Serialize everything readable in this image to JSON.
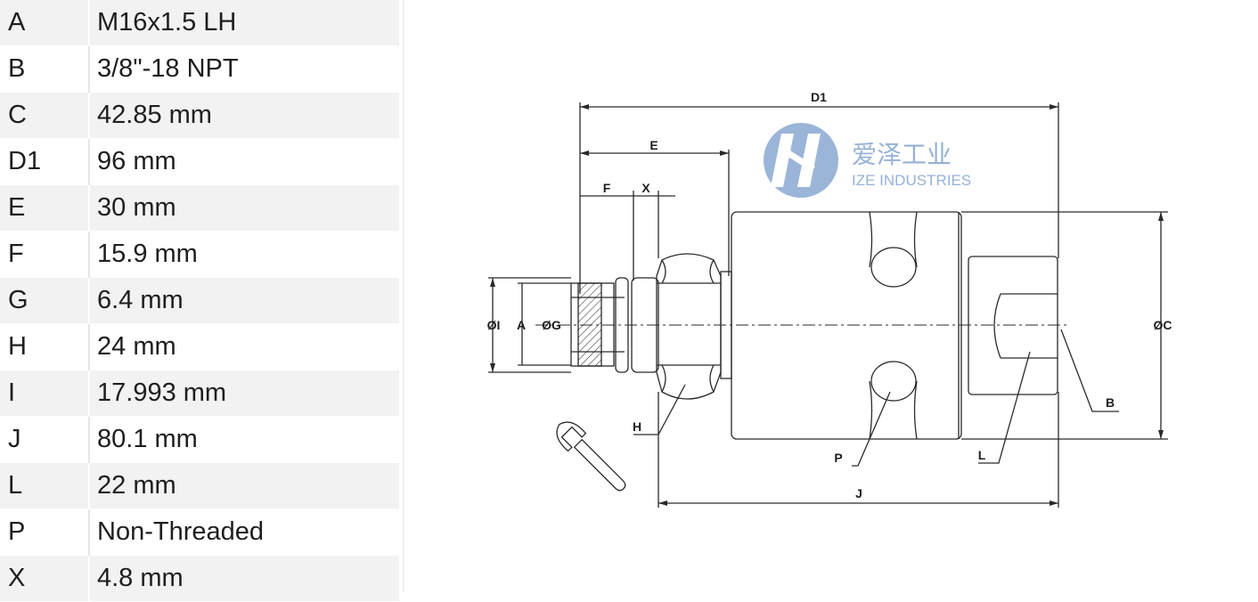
{
  "specs": [
    {
      "key": "A",
      "value": "M16x1.5 LH"
    },
    {
      "key": "B",
      "value": "3/8\"-18 NPT"
    },
    {
      "key": "C",
      "value": "42.85 mm"
    },
    {
      "key": "D1",
      "value": "96 mm"
    },
    {
      "key": "E",
      "value": "30 mm"
    },
    {
      "key": "F",
      "value": "15.9 mm"
    },
    {
      "key": "G",
      "value": "6.4 mm"
    },
    {
      "key": "H",
      "value": "24 mm"
    },
    {
      "key": "I",
      "value": "17.993 mm"
    },
    {
      "key": "J",
      "value": "80.1 mm"
    },
    {
      "key": "L",
      "value": "22 mm"
    },
    {
      "key": "P",
      "value": "Non-Threaded"
    },
    {
      "key": "X",
      "value": "4.8 mm"
    }
  ],
  "drawing": {
    "labels": {
      "d1": "D1",
      "e": "E",
      "f": "F",
      "x": "X",
      "dia_i": "ØI",
      "a": "A",
      "dia_g": "ØG",
      "dia_c": "ØC",
      "h": "H",
      "p": "P",
      "l": "L",
      "b": "B",
      "j": "J"
    },
    "watermark": {
      "cn": "爱泽工业",
      "en": "IZE INDUSTRIES",
      "color": "#8aa9d3"
    },
    "icons": [
      "wrench-icon",
      "ize-logo-icon"
    ]
  }
}
